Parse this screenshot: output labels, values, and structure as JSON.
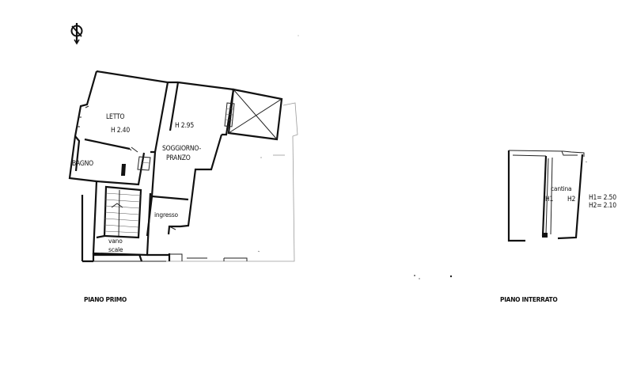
{
  "floors": {
    "first": {
      "caption": "PIANO PRIMO",
      "rooms": {
        "letto": "LETTO",
        "letto_height": "H 2.40",
        "bagno": "BAGNO",
        "soggiorno_height": "H 2.95",
        "soggiorno_line1": "SOGGIORNO-",
        "soggiorno_line2": "PRANZO",
        "ingresso": "ingresso",
        "vano_line1": "vano",
        "vano_line2": "scale"
      }
    },
    "basement": {
      "caption": "PIANO INTERRATO",
      "rooms": {
        "cantina": "cantina",
        "h1_mark": "H1",
        "h2_mark": "H2",
        "h1_value": "H1= 2.50",
        "h2_value": "H2= 2.10"
      }
    }
  },
  "icons": {
    "north_arrow": "compass-north-icon"
  }
}
